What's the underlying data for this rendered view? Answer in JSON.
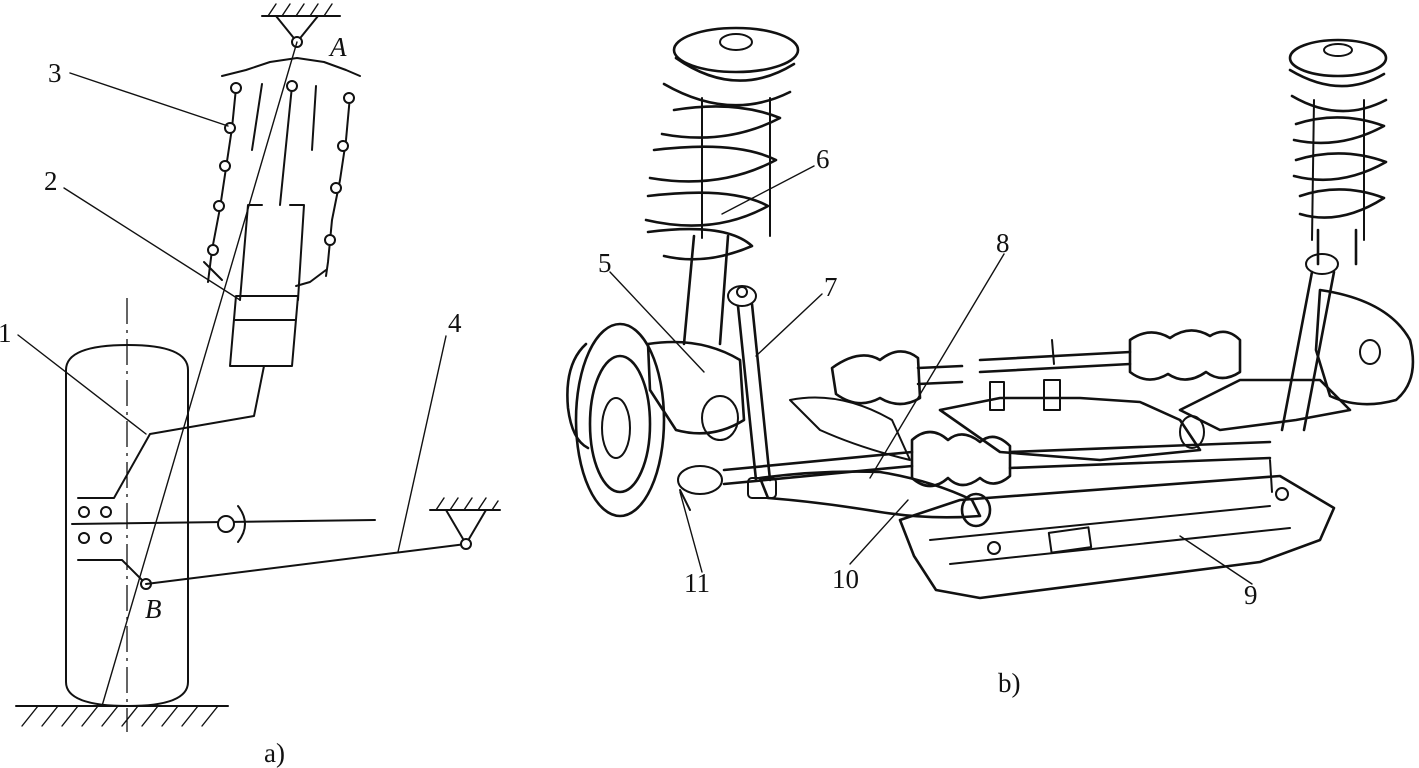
{
  "figure": {
    "panel_a": {
      "caption": "a)",
      "point_labels": [
        "A",
        "B"
      ],
      "callouts": [
        "1",
        "2",
        "3",
        "4"
      ]
    },
    "panel_b": {
      "caption": "b)",
      "callouts": [
        "5",
        "6",
        "7",
        "8",
        "9",
        "10",
        "11"
      ]
    }
  }
}
